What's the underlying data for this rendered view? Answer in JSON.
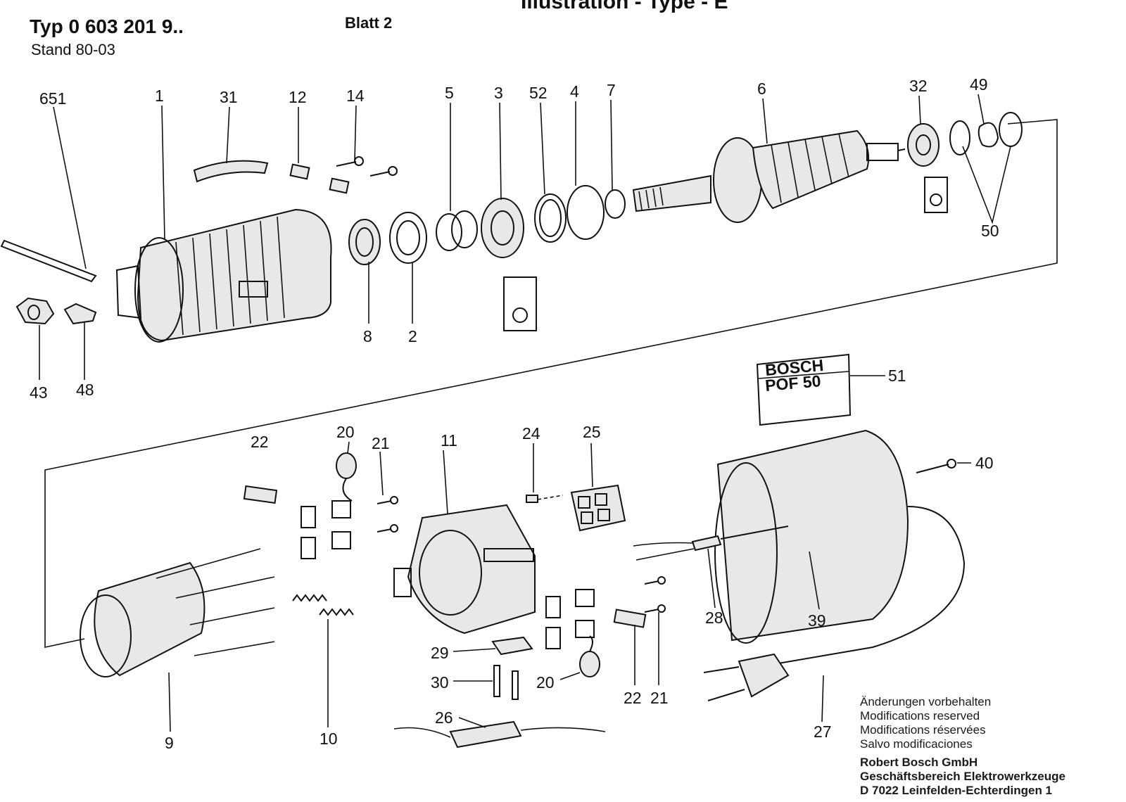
{
  "header": {
    "title": "Illustration - Type - E",
    "type_line": "Typ 0 603 201 9..",
    "sheet": "Blatt 2",
    "stand": "Stand 80-03"
  },
  "nameplate": {
    "brand": "BOSCH",
    "model": "POF 50"
  },
  "callouts": {
    "651": "651",
    "1": "1",
    "31": "31",
    "12": "12",
    "14": "14",
    "5": "5",
    "3": "3",
    "52": "52",
    "4": "4",
    "7": "7",
    "6": "6",
    "32": "32",
    "49": "49",
    "50": "50",
    "8": "8",
    "2": "2",
    "43": "43",
    "48": "48",
    "51": "51",
    "22a": "22",
    "20a": "20",
    "21a": "21",
    "11": "11",
    "24": "24",
    "25": "25",
    "40": "40",
    "28": "28",
    "39": "39",
    "29": "29",
    "30": "30",
    "20b": "20",
    "22b": "22",
    "21b": "21",
    "26": "26",
    "9": "9",
    "10": "10",
    "27": "27"
  },
  "footer": {
    "modifications_de": "Änderungen vorbehalten",
    "modifications_en": "Modifications reserved",
    "modifications_fr": "Modifications réservées",
    "modifications_es": "Salvo modificaciones",
    "company": "Robert Bosch GmbH",
    "division": "Geschäftsbereich Elektrowerkzeuge",
    "address": "D 7022 Leinfelden-Echterdingen 1"
  }
}
